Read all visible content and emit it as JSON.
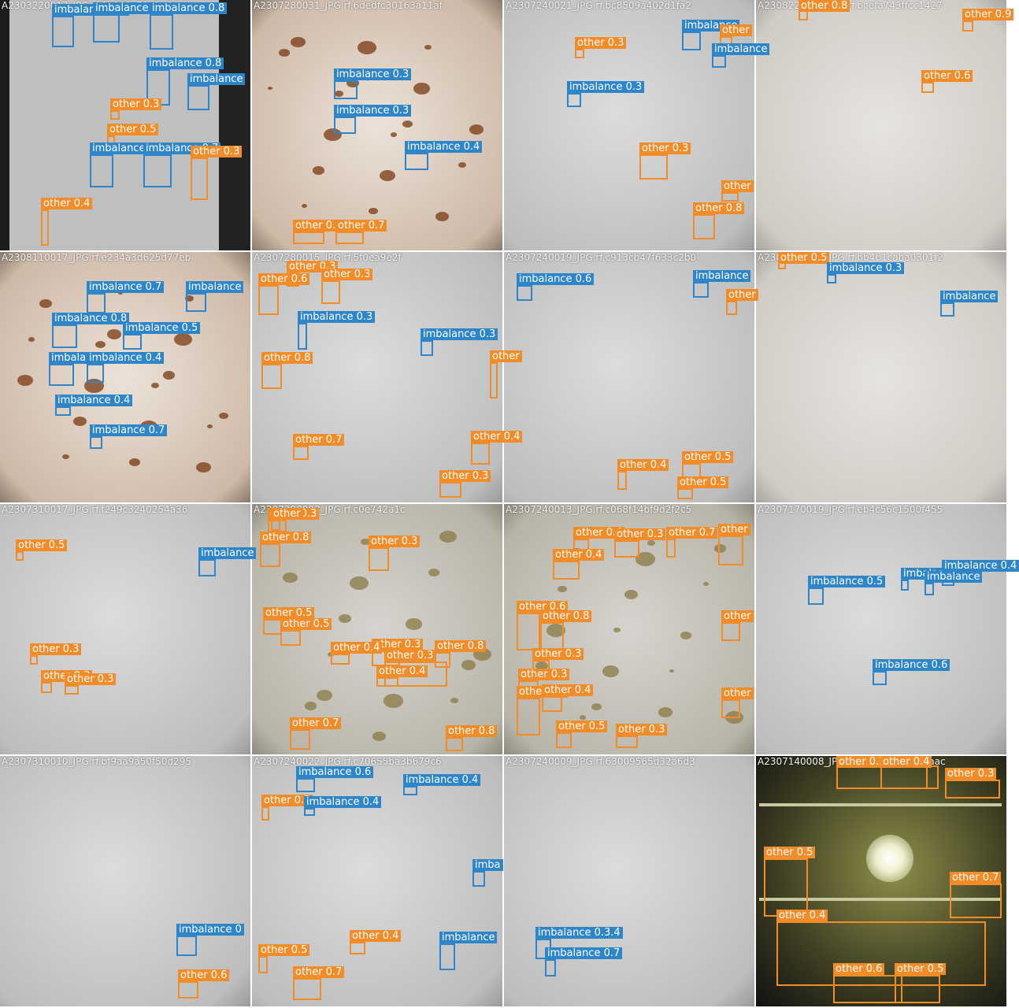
{
  "colors": {
    "imbalance": "#2e86c8",
    "other": "#f28c28"
  },
  "tiles": [
    {
      "title": "A2303220017_JPG.rf.5b998c79e2a64ed",
      "theme": "panel",
      "detections": [
        {
          "label": "imbalance 0.3"
        },
        {
          "label": "imbalance 0.6"
        },
        {
          "label": "imbalance 0.8"
        },
        {
          "label": "imbalance 0.8"
        },
        {
          "label": "imbalance"
        },
        {
          "label": "other 0.3"
        },
        {
          "label": "other 0.5"
        },
        {
          "label": "imbalance 0.6"
        },
        {
          "label": "imbalance 0.7"
        },
        {
          "label": "other 0.3"
        },
        {
          "label": "other 0.4"
        }
      ]
    },
    {
      "title": "A2307280031_JPG.rf.6dedfc30163a11af",
      "theme": "brown",
      "detections": [
        {
          "label": "imbalance 0.3"
        },
        {
          "label": "imbalance 0.3"
        },
        {
          "label": "imbalance 0.4"
        },
        {
          "label": "other 0.3"
        },
        {
          "label": "other 0.7"
        }
      ]
    },
    {
      "title": "A2307240021_JPG.rf.bc8509a402d1fa2",
      "theme": "plain",
      "detections": [
        {
          "label": "other 0.3"
        },
        {
          "label": "imbalance 0.3"
        },
        {
          "label": "other 0.3"
        },
        {
          "label": "imbalance"
        },
        {
          "label": "other"
        },
        {
          "label": "imbalance"
        },
        {
          "label": "other"
        },
        {
          "label": "other 0.8"
        }
      ]
    },
    {
      "title": "A2308220012_JPG.rf.bcefa743ffcc1427",
      "theme": "light",
      "detections": [
        {
          "label": "other 0.8"
        },
        {
          "label": "other 0.9"
        },
        {
          "label": "other 0.6"
        }
      ]
    },
    {
      "title": "A2308110017_JPG.rf.e234a3d625d77eb",
      "theme": "brown",
      "detections": [
        {
          "label": "imbalance 0.7"
        },
        {
          "label": "imbalance"
        },
        {
          "label": "imbalance 0.8"
        },
        {
          "label": "imbalance 0.5"
        },
        {
          "label": "imbalance 0.8"
        },
        {
          "label": "imbalance 0.4"
        },
        {
          "label": "imbalance 0.4"
        },
        {
          "label": "imbalance 0.7"
        }
      ]
    },
    {
      "title": "A2307280015_JPG.rf.5f0ea9e2f",
      "theme": "plain",
      "detections": [
        {
          "label": "other 0.6"
        },
        {
          "label": "other 0.3"
        },
        {
          "label": "other 0.3"
        },
        {
          "label": "imbalance 0.3"
        },
        {
          "label": "imbalance 0.3"
        },
        {
          "label": "other 0.8"
        },
        {
          "label": "other 0.7"
        },
        {
          "label": "other"
        },
        {
          "label": "other 0.4"
        },
        {
          "label": "other 0.3"
        }
      ]
    },
    {
      "title": "A2307240019_JPG.rf.c913cb47f633c2b0",
      "theme": "plain",
      "detections": [
        {
          "label": "imbalance 0.6"
        },
        {
          "label": "imbalance"
        },
        {
          "label": "other"
        },
        {
          "label": "other 0.4"
        },
        {
          "label": "other 0.5"
        },
        {
          "label": "other 0.5"
        }
      ]
    },
    {
      "title": "A2307170017_JPG.rf.bb4b1caba0301f2",
      "theme": "light",
      "detections": [
        {
          "label": "other 0.5"
        },
        {
          "label": "imbalance 0.3"
        },
        {
          "label": "imbalance"
        }
      ]
    },
    {
      "title": "A2307310017_JPG.rf.f249c3240254a36",
      "theme": "plain",
      "detections": [
        {
          "label": "other 0.5"
        },
        {
          "label": "imbalance"
        },
        {
          "label": "other 0.3"
        },
        {
          "label": "other 0.3"
        },
        {
          "label": "other 0.3"
        }
      ]
    },
    {
      "title": "A2307280003_JPG.rf.c0e742a1c",
      "theme": "stained",
      "detections": [
        {
          "label": "other 0.3"
        },
        {
          "label": "other 0.8"
        },
        {
          "label": "other 0.3"
        },
        {
          "label": "other"
        },
        {
          "label": "other 0.5"
        },
        {
          "label": "other 0.5"
        },
        {
          "label": "other 0.3"
        },
        {
          "label": "other 0.4"
        },
        {
          "label": "other 0.8"
        },
        {
          "label": "other 0.3"
        },
        {
          "label": "other 0.4"
        },
        {
          "label": "other 0.7"
        },
        {
          "label": "other 0.8"
        }
      ]
    },
    {
      "title": "A2307240013_JPG.rf.c068f14bf9d2f2c5",
      "theme": "stained",
      "detections": [
        {
          "label": "other 0.4"
        },
        {
          "label": "other 0.3"
        },
        {
          "label": "other 0.7"
        },
        {
          "label": "other"
        },
        {
          "label": "other 0.4"
        },
        {
          "label": "other 0.6"
        },
        {
          "label": "other 0.8"
        },
        {
          "label": "other 0.3"
        },
        {
          "label": "other 0.3"
        },
        {
          "label": "other 0.3"
        },
        {
          "label": "other 0.4"
        },
        {
          "label": "other 0.5"
        },
        {
          "label": "other 0.3"
        },
        {
          "label": "other"
        },
        {
          "label": "other"
        }
      ]
    },
    {
      "title": "A2307170019_JPG.rf.eb4c56c1500f455",
      "theme": "plain",
      "detections": [
        {
          "label": "imbalance 0.5"
        },
        {
          "label": "imbalance 0.5"
        },
        {
          "label": "imbalance"
        },
        {
          "label": "imbalance 0.4"
        },
        {
          "label": "imbalance 0.6"
        }
      ]
    },
    {
      "title": "A2307310010_JPG.rf.bf9aa9a50f50d295",
      "theme": "plain",
      "detections": [
        {
          "label": "imbalance 0"
        },
        {
          "label": "other 0.6"
        }
      ]
    },
    {
      "title": "A2307240022_JPG.rf.c70655ba3b679c6",
      "theme": "plain",
      "detections": [
        {
          "label": "imbalance 0.6"
        },
        {
          "label": "imbalance 0.4"
        },
        {
          "label": "other 0.3"
        },
        {
          "label": "imbalance 0.4"
        },
        {
          "label": "imba"
        },
        {
          "label": "other 0.4"
        },
        {
          "label": "imbalance"
        },
        {
          "label": "other 0.5"
        },
        {
          "label": "other 0.7"
        }
      ]
    },
    {
      "title": "A2307240009_JPG.rf.63009565d32a6d3",
      "theme": "plain",
      "detections": [
        {
          "label": "imbalance 0.3.4"
        },
        {
          "label": "imbalance 0.7"
        }
      ]
    },
    {
      "title": "A2307140008_JPG.rf.251e420adda8aac",
      "theme": "dark",
      "detections": [
        {
          "label": "other 0.3"
        },
        {
          "label": "other 0.4"
        },
        {
          "label": "other 0.3"
        },
        {
          "label": "other 0.5"
        },
        {
          "label": "other 0.7"
        },
        {
          "label": "other 0.4"
        },
        {
          "label": "other 0.6"
        },
        {
          "label": "other 0.5"
        }
      ]
    }
  ]
}
